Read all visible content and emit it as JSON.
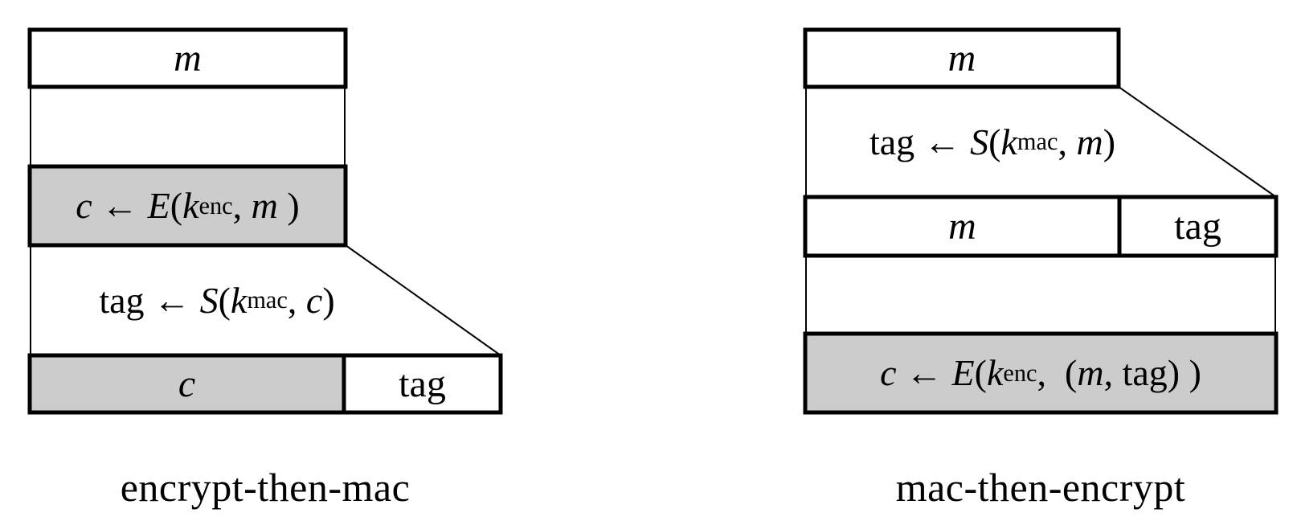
{
  "theme": {
    "stroke": "#000000",
    "gray_fill": "#cccccc",
    "background": "#ffffff",
    "text_color": "#000000"
  },
  "diagrams": [
    {
      "id": "encrypt-then-mac",
      "caption": "encrypt-then-mac",
      "top_box_label": "m",
      "encrypt_formula": [
        {
          "t": "c",
          "s": "it"
        },
        {
          "t": " ← ",
          "s": "rm"
        },
        {
          "t": "E",
          "s": "it"
        },
        {
          "t": "(",
          "s": "rm"
        },
        {
          "t": "k",
          "s": "it"
        },
        {
          "t": "enc",
          "s": "sub"
        },
        {
          "t": ", ",
          "s": "rm"
        },
        {
          "t": "m",
          "s": "it"
        },
        {
          "t": " )",
          "s": "rm"
        }
      ],
      "mac_formula": [
        {
          "t": "tag ← ",
          "s": "rm"
        },
        {
          "t": "S",
          "s": "it"
        },
        {
          "t": "(",
          "s": "rm"
        },
        {
          "t": "k",
          "s": "it"
        },
        {
          "t": "mac",
          "s": "sub"
        },
        {
          "t": ", ",
          "s": "rm"
        },
        {
          "t": "c",
          "s": "it"
        },
        {
          "t": ")",
          "s": "rm"
        }
      ],
      "output_left_label": "c",
      "output_right_label": "tag"
    },
    {
      "id": "mac-then-encrypt",
      "caption": "mac-then-encrypt",
      "top_box_label": "m",
      "mac_formula": [
        {
          "t": "tag ← ",
          "s": "rm"
        },
        {
          "t": "S",
          "s": "it"
        },
        {
          "t": "(",
          "s": "rm"
        },
        {
          "t": "k",
          "s": "it"
        },
        {
          "t": "mac",
          "s": "sub"
        },
        {
          "t": ", ",
          "s": "rm"
        },
        {
          "t": "m",
          "s": "it"
        },
        {
          "t": ")",
          "s": "rm"
        }
      ],
      "mid_left_label": "m",
      "mid_right_label": "tag",
      "encrypt_formula": [
        {
          "t": "c",
          "s": "it"
        },
        {
          "t": " ← ",
          "s": "rm"
        },
        {
          "t": "E",
          "s": "it"
        },
        {
          "t": "(",
          "s": "rm"
        },
        {
          "t": "k",
          "s": "it"
        },
        {
          "t": "enc",
          "s": "sub"
        },
        {
          "t": ",  (",
          "s": "rm"
        },
        {
          "t": "m",
          "s": "it"
        },
        {
          "t": ", tag) )",
          "s": "rm"
        }
      ]
    }
  ]
}
